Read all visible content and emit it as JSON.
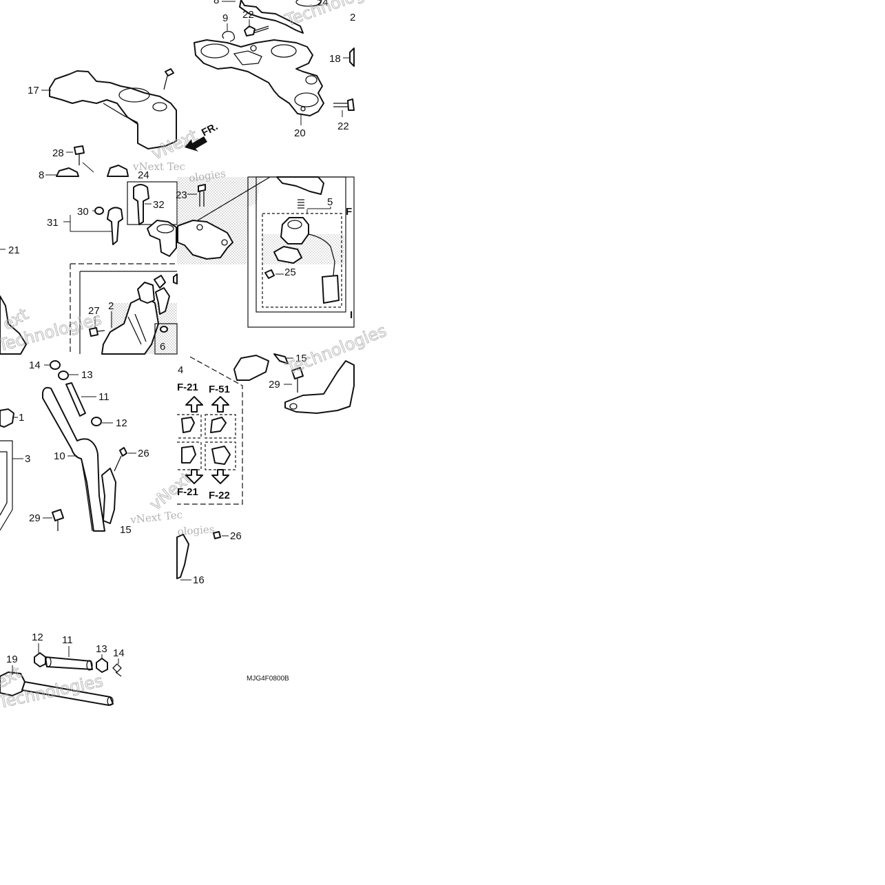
{
  "callouts": [
    "1",
    "2",
    "3",
    "4",
    "5",
    "6",
    "8",
    "9",
    "10",
    "11",
    "12",
    "13",
    "14",
    "15",
    "16",
    "17",
    "18",
    "19",
    "20",
    "21",
    "22",
    "23",
    "24",
    "25",
    "26",
    "27",
    "28",
    "29",
    "30",
    "31",
    "32"
  ],
  "panel_refs": {
    "f21_top_a": "F-21",
    "f51": "F-51",
    "f21_bottom": "F-21",
    "f22": "F-22",
    "f_partial": "F"
  },
  "direction_label": "FR.",
  "diagram_code": "MJG4F0800B",
  "watermarks": {
    "brand_a": "vNext Tec",
    "brand_b": "vNext",
    "brand_c": "Technologies",
    "brand_d": "ext",
    "brand_e": "ologies"
  },
  "colors": {
    "line": "#111111",
    "watermark": "#999999",
    "background": "#ffffff"
  }
}
